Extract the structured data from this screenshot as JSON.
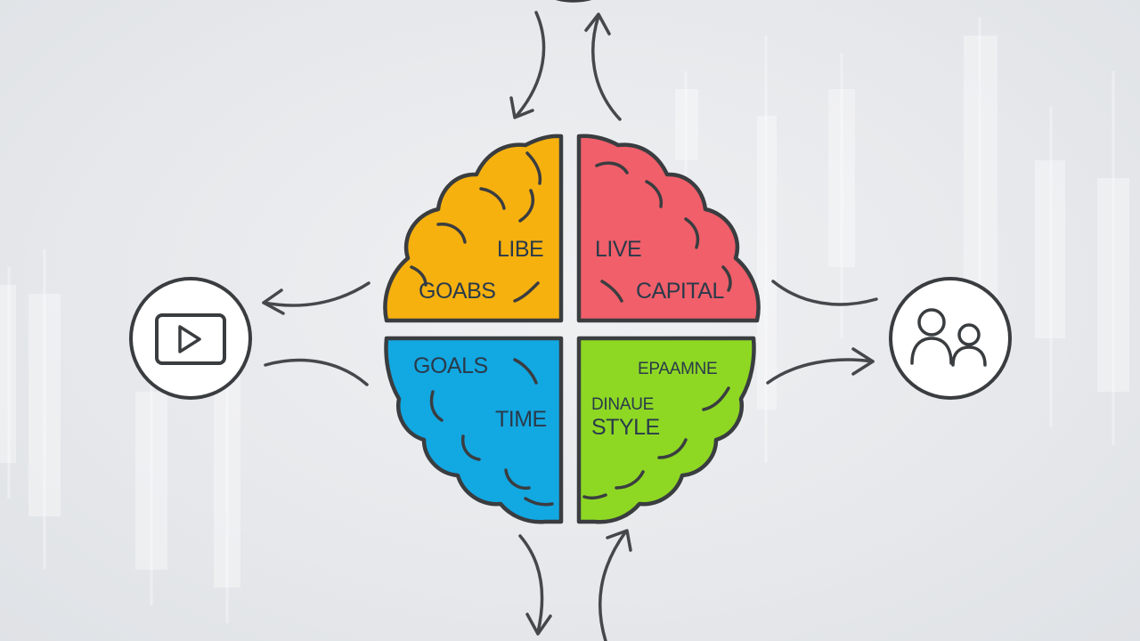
{
  "quadrants": {
    "top_left": {
      "color": "#f6b10f",
      "line1": "LIBE",
      "line2": "GOABS"
    },
    "top_right": {
      "color": "#f05f6a",
      "line1": "LIVE",
      "line2": "CAPITAL"
    },
    "bottom_left": {
      "color": "#12a8e2",
      "line1": "GOALS",
      "line2": "TIME"
    },
    "bottom_right": {
      "color": "#8ed824",
      "line1": "EPAAMNE",
      "line2": "DINAUE",
      "line3": "STYLE"
    }
  },
  "icons": {
    "left": "play-video-icon",
    "right": "people-icon"
  }
}
